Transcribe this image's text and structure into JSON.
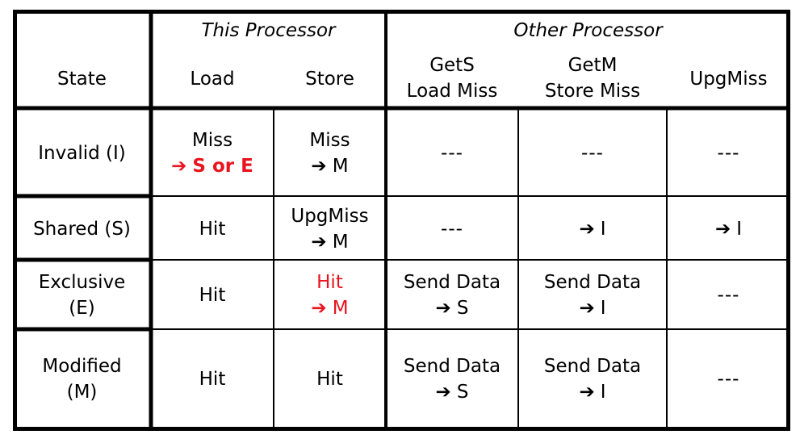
{
  "arrow_glyph": "➔",
  "headers": {
    "this_processor": "This Processor",
    "other_processor": "Other Processor",
    "state": "State",
    "load": "Load",
    "store": "Store",
    "gets_line1": "GetS",
    "gets_line2": "Load Miss",
    "getm_line1": "GetM",
    "getm_line2": "Store Miss",
    "upgmiss": "UpgMiss"
  },
  "rows": [
    {
      "state_line1": "Invalid (I)",
      "state_line2": "",
      "load_line1": "Miss",
      "load_line2": "S or E",
      "store_line1": "Miss",
      "store_line2": "M",
      "gets": "---",
      "getm": "---",
      "upg": "---"
    },
    {
      "state_line1": "Shared (S)",
      "state_line2": "",
      "load": "Hit",
      "store_line1": "UpgMiss",
      "store_line2": "M",
      "gets": "---",
      "getm": "I",
      "upg": "I"
    },
    {
      "state_line1": "Exclusive",
      "state_line2": "(E)",
      "load": "Hit",
      "store_line1": "Hit",
      "store_line2": "M",
      "gets_line1": "Send Data",
      "gets_line2": "S",
      "getm_line1": "Send Data",
      "getm_line2": "I",
      "upg": "---"
    },
    {
      "state_line1": "Modified",
      "state_line2": "(M)",
      "load": "Hit",
      "store": "Hit",
      "gets_line1": "Send Data",
      "gets_line2": "S",
      "getm_line1": "Send Data",
      "getm_line2": "I",
      "upg": "---"
    }
  ],
  "colors": {
    "highlight": "#e8141e",
    "text": "#000000",
    "border": "#000000"
  }
}
